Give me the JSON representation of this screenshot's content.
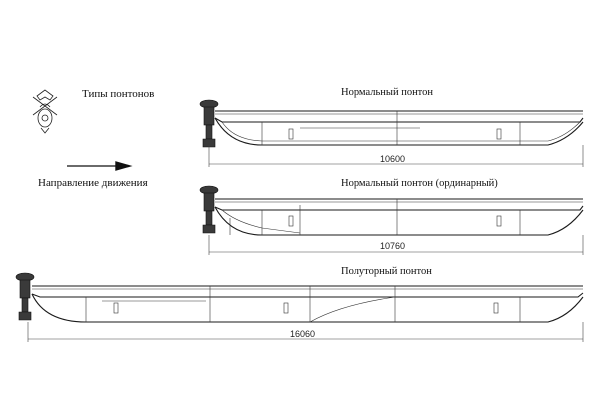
{
  "legend": {
    "title": "Типы понтонов",
    "direction_label": "Направление движения"
  },
  "pontoons": [
    {
      "label": "Нормальный понтон",
      "length": "10600"
    },
    {
      "label": "Нормальный понтон (ординарный)",
      "length": "10760"
    },
    {
      "label": "Полуторный понтон",
      "length": "16060"
    }
  ]
}
